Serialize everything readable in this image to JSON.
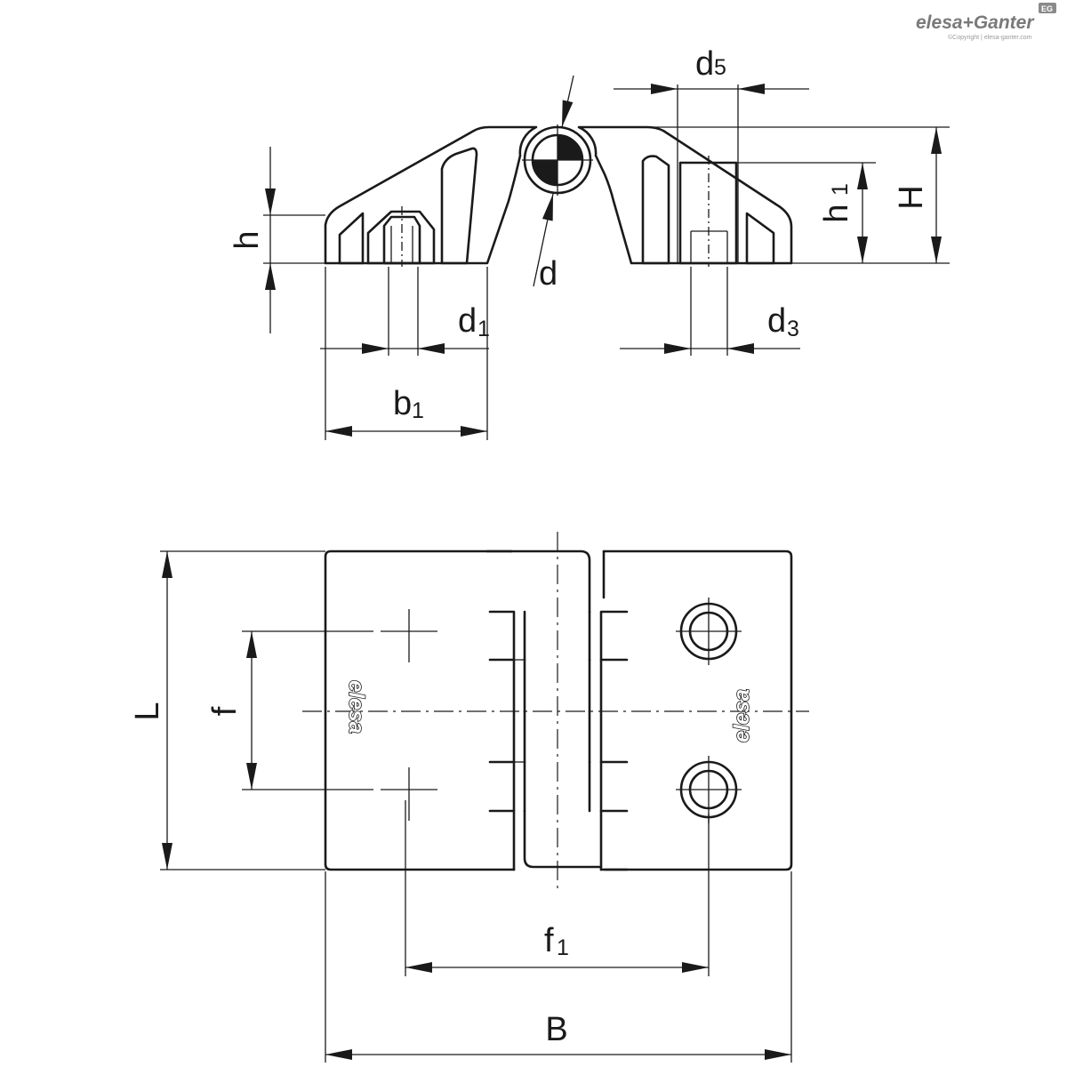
{
  "brand": {
    "logo": "elesa+Ganter",
    "badge": "EG",
    "copyright": "©Copyright | elesa-ganter.com"
  },
  "dimensions": {
    "d5": {
      "main": "d",
      "sub": "5"
    },
    "d": {
      "main": "d",
      "sub": ""
    },
    "H": {
      "main": "H",
      "sub": ""
    },
    "h1": {
      "main": "h",
      "sub": "1"
    },
    "h": {
      "main": "h",
      "sub": ""
    },
    "d1": {
      "main": "d",
      "sub": "1"
    },
    "d3": {
      "main": "d",
      "sub": "3"
    },
    "b1": {
      "main": "b",
      "sub": "1"
    },
    "L": {
      "main": "L",
      "sub": ""
    },
    "f": {
      "main": "f",
      "sub": ""
    },
    "f1": {
      "main": "f",
      "sub": "1"
    },
    "B": {
      "main": "B",
      "sub": ""
    }
  },
  "body_marking": "elesa"
}
